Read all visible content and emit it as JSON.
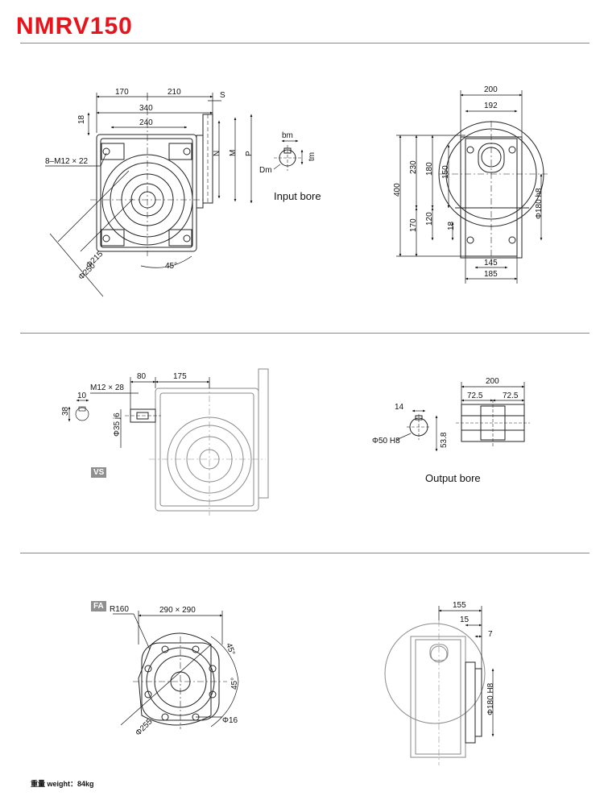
{
  "title": "NMRV150",
  "section1": {
    "left_view": {
      "dims": [
        "170",
        "210",
        "340",
        "240",
        "18",
        "S",
        "N",
        "M",
        "P",
        "8–M12 × 22",
        "Φ215",
        "Φ250",
        "45°"
      ]
    },
    "input_bore": {
      "label": "Input bore",
      "dims": [
        "bm",
        "tm",
        "Dm"
      ]
    },
    "right_view": {
      "dims": [
        "200",
        "192",
        "400",
        "230",
        "180",
        "150",
        "120",
        "170",
        "18",
        "Φ180 h8",
        "145",
        "185"
      ]
    }
  },
  "section2": {
    "vs_view": {
      "badge": "VS",
      "dims": [
        "M12 × 28",
        "80",
        "175",
        "10",
        "38",
        "Φ35 j6"
      ]
    },
    "output_bore": {
      "label": "Output bore",
      "dims": [
        "14",
        "Φ50 H8",
        "53.8",
        "200",
        "72.5",
        "72.5"
      ]
    }
  },
  "section3": {
    "fa_view": {
      "badge": "FA",
      "dims": [
        "290 × 290",
        "R160",
        "45°",
        "45°",
        "Φ255",
        "Φ16"
      ]
    },
    "side_view": {
      "dims": [
        "155",
        "15",
        "7",
        "Φ180 H8"
      ]
    }
  },
  "footer": {
    "weight": "重量 weight：84kg"
  }
}
